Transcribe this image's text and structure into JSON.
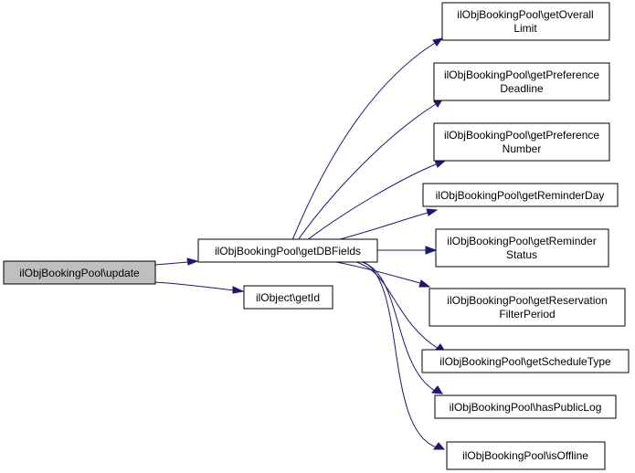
{
  "diagram": {
    "root": {
      "label": "ilObjBookingPool\\update"
    },
    "hub": {
      "label": "ilObjBookingPool\\getDBFields"
    },
    "getid": {
      "label": "ilObject\\getId"
    },
    "targets": [
      {
        "line1": "ilObjBookingPool\\getOverall",
        "line2": "Limit"
      },
      {
        "line1": "ilObjBookingPool\\getPreference",
        "line2": "Deadline"
      },
      {
        "line1": "ilObjBookingPool\\getPreference",
        "line2": "Number"
      },
      {
        "line1": "ilObjBookingPool\\getReminderDay",
        "line2": ""
      },
      {
        "line1": "ilObjBookingPool\\getReminder",
        "line2": "Status"
      },
      {
        "line1": "ilObjBookingPool\\getReservation",
        "line2": "FilterPeriod"
      },
      {
        "line1": "ilObjBookingPool\\getScheduleType",
        "line2": ""
      },
      {
        "line1": "ilObjBookingPool\\hasPublicLog",
        "line2": ""
      },
      {
        "line1": "ilObjBookingPool\\isOffline",
        "line2": ""
      }
    ],
    "colors": {
      "edge": "#191970",
      "root_fill": "#bfbfbf",
      "node_fill": "#ffffff",
      "border": "#000000"
    }
  }
}
